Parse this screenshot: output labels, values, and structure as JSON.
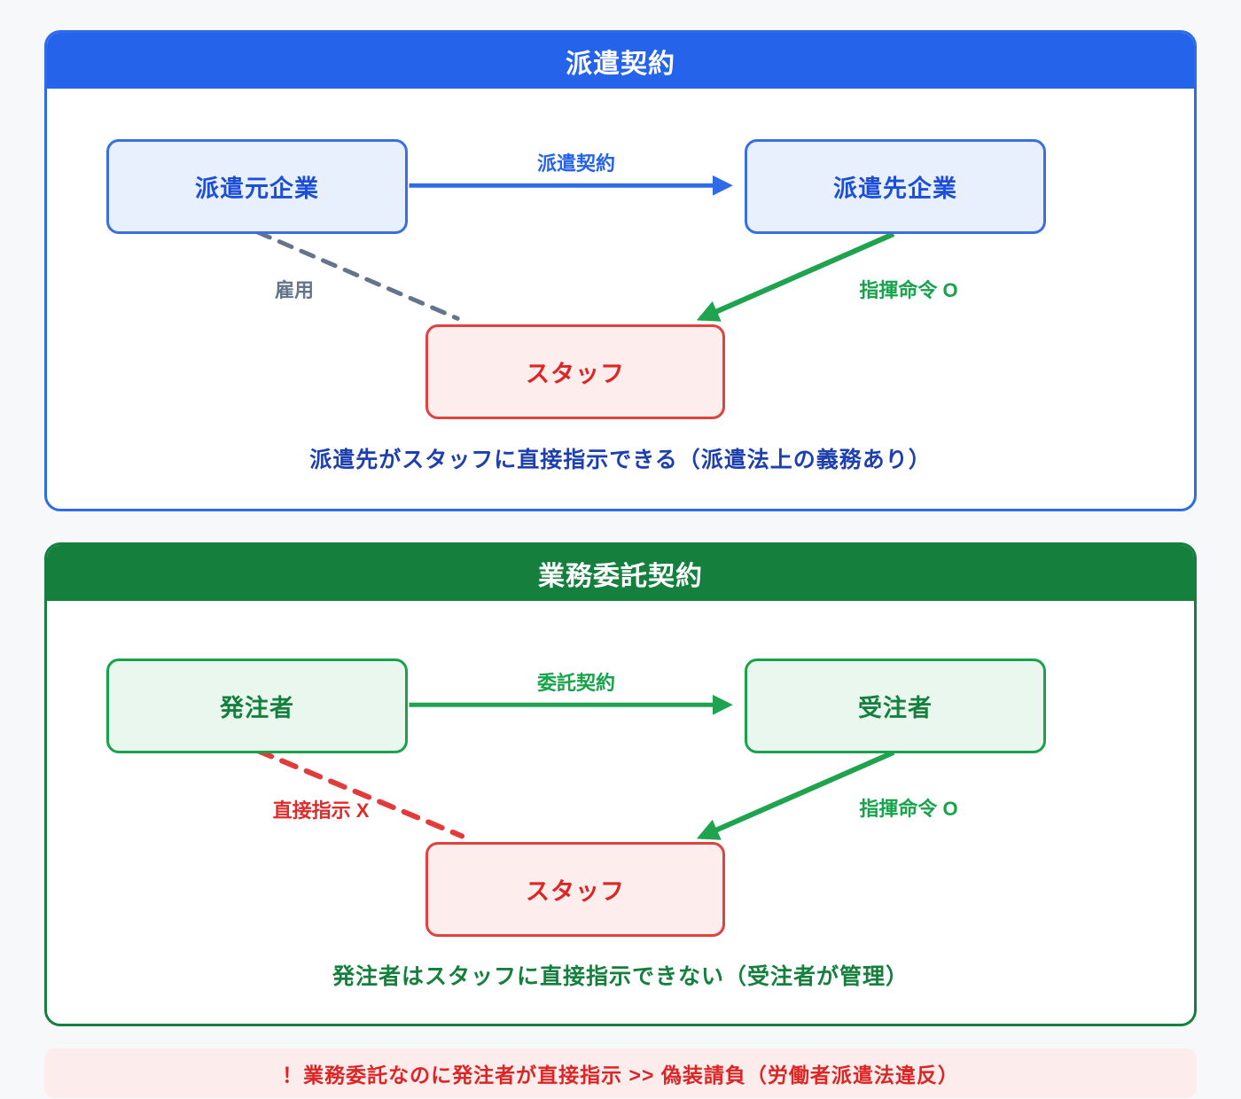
{
  "colors": {
    "page_background": "#f7f8fa",
    "blue_header": "#2563eb",
    "blue_node_fill": "#e8f0fe",
    "blue_node_border": "#3b6fe0",
    "blue_text": "#1d4ed8",
    "blue_caption": "#1e40af",
    "green_header": "#15803d",
    "green_node_fill": "#e9f7ee",
    "green_node_border": "#1aa14c",
    "green_arrow": "#1fa34f",
    "red_node_fill": "#fdeeed",
    "red_node_border": "#e04141",
    "red_text": "#dc2626",
    "gray_dashed": "#64748b",
    "warning_background": "#fdecec"
  },
  "panels": [
    {
      "title": "派遣契約",
      "nodes": {
        "source": "派遣元企業",
        "target": "派遣先企業",
        "staff": "スタッフ"
      },
      "edges": {
        "contract_arrow": "派遣契約",
        "left_dashed": "雇用",
        "command_arrow": "指揮命令 O"
      },
      "caption": "派遣先がスタッフに直接指示できる（派遣法上の義務あり）"
    },
    {
      "title": "業務委託契約",
      "nodes": {
        "source": "発注者",
        "target": "受注者",
        "staff": "スタッフ"
      },
      "edges": {
        "contract_arrow": "委託契約",
        "left_dashed": "直接指示 X",
        "command_arrow": "指揮命令 O"
      },
      "caption": "発注者はスタッフに直接指示できない（受注者が管理）"
    }
  ],
  "warning": "！業務委託なのに発注者が直接指示 >> 偽装請負（労働者派遣法違反）"
}
